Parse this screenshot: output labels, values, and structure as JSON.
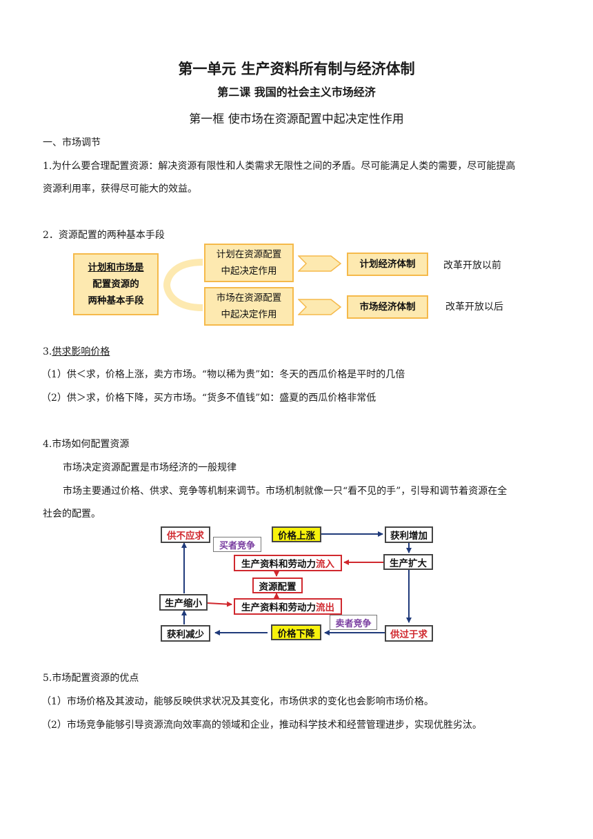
{
  "header": {
    "unit_title": "第一单元 生产资料所有制与经济体制",
    "lesson_title": "第二课 我国的社会主义市场经济",
    "frame_title": "第一框 使市场在资源配置中起决定性作用"
  },
  "section1": {
    "heading": "一、市场调节",
    "q1_line1": "1.为什么要合理配置资源：解决资源有限性和人类需求无限性之间的矛盾。尽可能满足人类的需要，尽可能提高",
    "q1_line2": "资源利用率，获得尽可能大的效益。"
  },
  "section2": {
    "heading": "2．资源配置的两种基本手段",
    "diagram": {
      "left_box": [
        "计划和市场是",
        "配置资源的",
        "两种基本手段"
      ],
      "plan_box": [
        "计划在资源配置",
        "中起决定作用"
      ],
      "market_box": [
        "市场在资源配置",
        "中起决定作用"
      ],
      "plan_result": "计划经济体制",
      "market_result": "市场经济体制",
      "plan_note": "改革开放以前",
      "market_note": "改革开放以后"
    }
  },
  "section3": {
    "heading_num": "3.",
    "heading_text": "供求影响价格",
    "item1": "（1）供＜求，价格上涨，卖方市场。“物以稀为贵”如：冬天的西瓜价格是平时的几倍",
    "item2": "（2）供＞求，价格下降，买方市场。“货多不值钱”如：盛夏的西瓜价格非常低"
  },
  "section4": {
    "heading": "4.市场如何配置资源",
    "para1": "市场决定资源配置是市场经济的一般规律",
    "para2_line1": "市场主要通过价格、供求、竞争等机制来调节。市场机制就像一只“看不见的手”，引导和调节着资源在全",
    "para2_line2": "社会的配置。",
    "flow": {
      "shortage": "供不应求",
      "buyer_competition": "买者竞争",
      "price_up": "价格上涨",
      "profit_up": "获利增加",
      "expand": "生产扩大",
      "inflow_prefix": "生产资料和劳动力",
      "inflow_suffix": "流入",
      "allocation": "资源配置",
      "shrink": "生产缩小",
      "outflow_prefix": "生产资料和劳动力",
      "outflow_suffix": "流出",
      "profit_down": "获利减少",
      "price_down": "价格下降",
      "seller_competition": "卖者竞争",
      "surplus": "供过于求"
    }
  },
  "section5": {
    "heading": "5.市场配置资源的优点",
    "item1": "（1）市场价格及其波动，能够反映供求状况及其变化，市场供求的变化也会影响市场价格。",
    "item2": "（2）市场竞争能够引导资源流向效率高的领域和企业，推动科学技术和经营管理进步，实现优胜劣汰。"
  },
  "colors": {
    "orange_fill": "#fde9b0",
    "orange_border": "#f5b94a",
    "navy_arrow": "#1f3a7a",
    "red_arrow": "#d0282e",
    "yellow_box": "#f7f20c",
    "purple_text": "#7a3ea0"
  }
}
